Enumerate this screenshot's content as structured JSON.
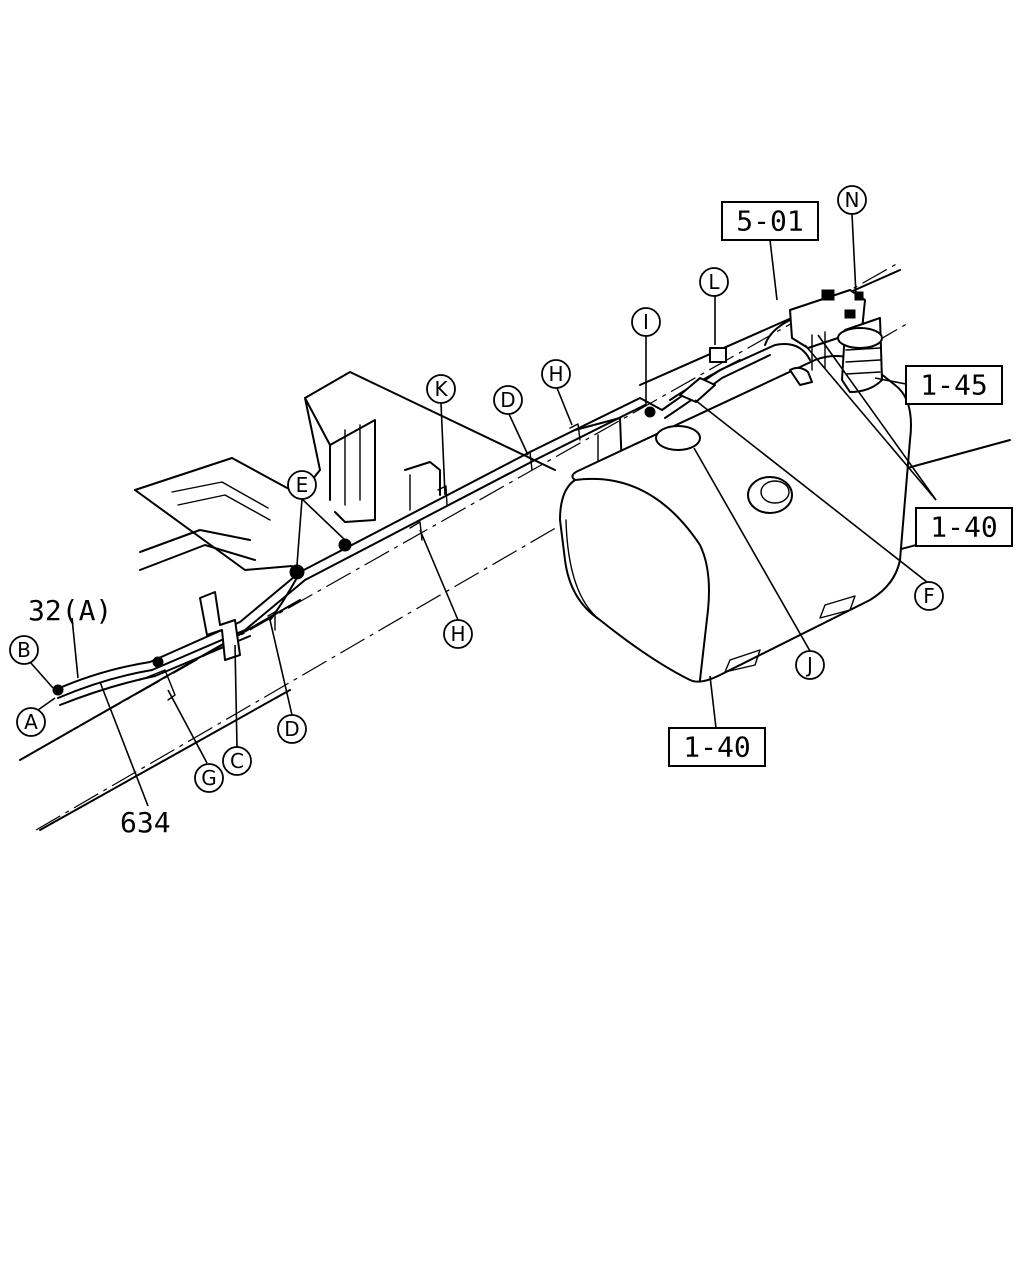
{
  "ref_boxes": {
    "r501": "5-01",
    "r145": "1-45",
    "r140_right": "1-40",
    "r140_bottom": "1-40"
  },
  "part_labels": {
    "p32a": "32(A)",
    "p634": "634"
  },
  "callouts": {
    "N": "N",
    "L": "L",
    "I": "I",
    "H_top": "H",
    "D_top": "D",
    "K": "K",
    "E": "E",
    "B": "B",
    "A": "A",
    "H_mid": "H",
    "D_bottom": "D",
    "C": "C",
    "G": "G",
    "F": "F",
    "J": "J"
  }
}
